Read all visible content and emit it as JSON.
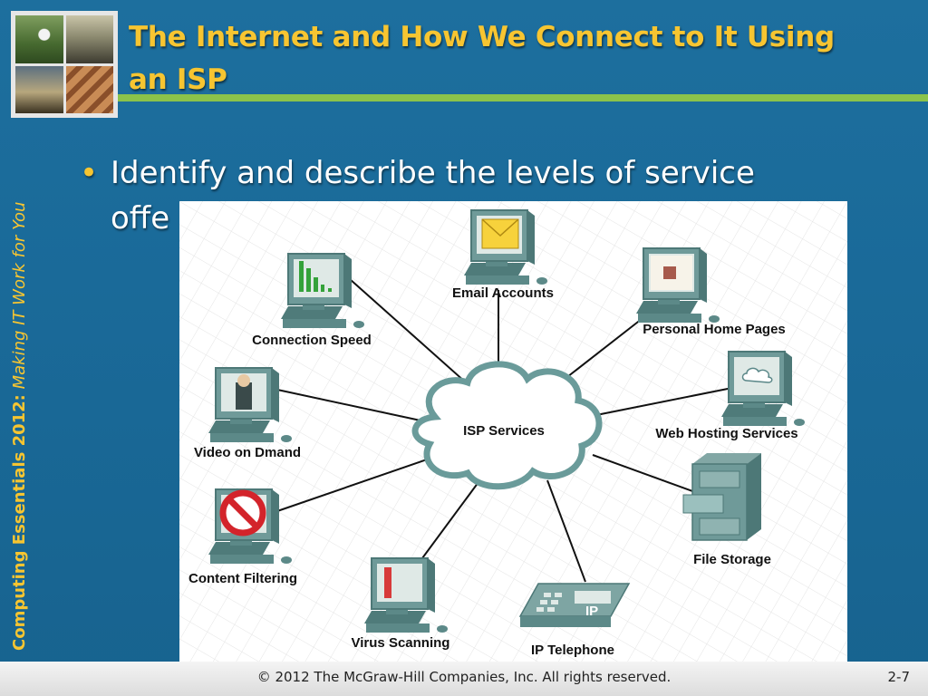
{
  "slide": {
    "title": "The Internet and How We Connect to It Using an ISP",
    "side_label_bold": "Computing Essentials 2012:",
    "side_label_rest": " Making IT Work for You",
    "bullet_symbol": "•",
    "bullet": "Identify and describe the levels of service offe",
    "footer_copyright": "© 2012 The McGraw-Hill Companies, Inc. All rights reserved.",
    "page_number": "2-7"
  },
  "diagram": {
    "center_label": "ISP Services",
    "nodes": {
      "email": "Email Accounts",
      "home_pages": "Personal Home Pages",
      "web_hosting": "Web Hosting Services",
      "file_storage": "File Storage",
      "ip_telephone": "IP Telephone",
      "ip_badge": "IP",
      "virus_scanning": "Virus Scanning",
      "content_filtering": "Content Filtering",
      "video": "Video on Dmand",
      "connection_speed": "Connection Speed"
    }
  },
  "colors": {
    "background": "#1a6a99",
    "title_gold": "#f7c531",
    "green_bar": "#8bc34a",
    "monitor_teal": "#6f9a99",
    "footer": "#e6e6e6"
  }
}
